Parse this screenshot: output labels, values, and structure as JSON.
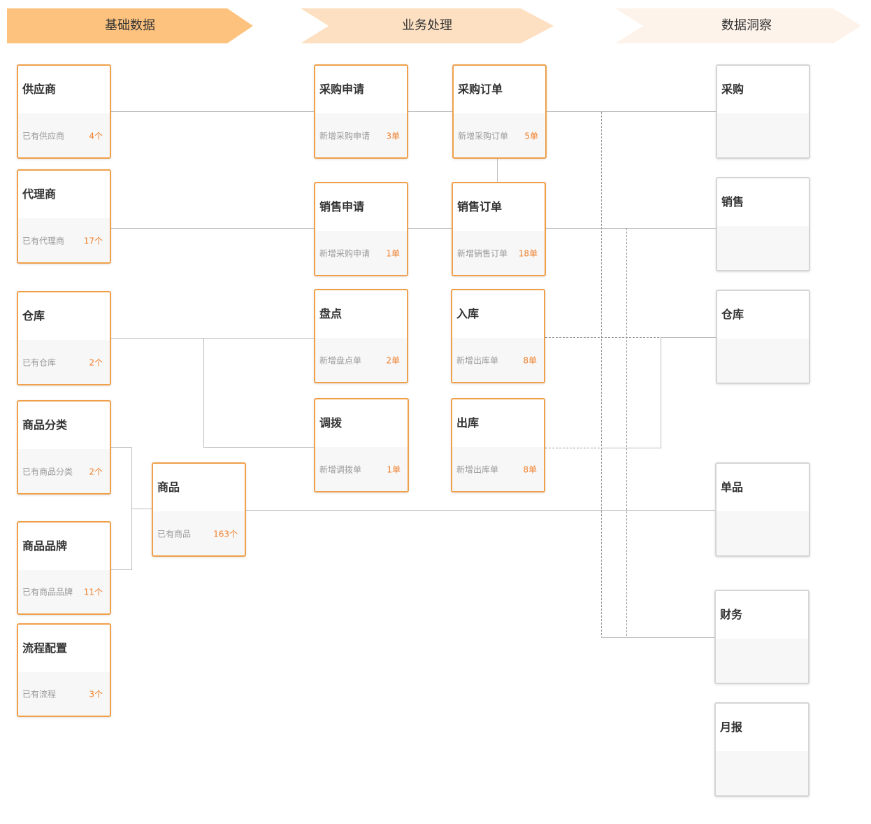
{
  "phases": [
    {
      "id": "basic",
      "label": "基础数据",
      "color": "#fdc27e"
    },
    {
      "id": "business",
      "label": "业务处理",
      "color": "#fde0c2"
    },
    {
      "id": "insight",
      "label": "数据洞察",
      "color": "#fef3ea"
    }
  ],
  "cards": {
    "supplier": {
      "title": "供应商",
      "label": "已有供应商",
      "count": "4个"
    },
    "agent": {
      "title": "代理商",
      "label": "已有代理商",
      "count": "17个"
    },
    "warehouse": {
      "title": "仓库",
      "label": "已有仓库",
      "count": "2个"
    },
    "category": {
      "title": "商品分类",
      "label": "已有商品分类",
      "count": "2个"
    },
    "brand": {
      "title": "商品品牌",
      "label": "已有商品品牌",
      "count": "11个"
    },
    "workflow": {
      "title": "流程配置",
      "label": "已有流程",
      "count": "3个"
    },
    "product": {
      "title": "商品",
      "label": "已有商品",
      "count": "163个"
    },
    "purchase_request": {
      "title": "采购申请",
      "label": "新增采购申请",
      "count": "3单"
    },
    "purchase_order": {
      "title": "采购订单",
      "label": "新增采购订单",
      "count": "5单"
    },
    "sales_request": {
      "title": "销售申请",
      "label": "新增采购申请",
      "count": "1单"
    },
    "sales_order": {
      "title": "销售订单",
      "label": "新增销售订单",
      "count": "18单"
    },
    "stocktake": {
      "title": "盘点",
      "label": "新增盘点单",
      "count": "2单"
    },
    "inbound": {
      "title": "入库",
      "label": "新增出库单",
      "count": "8单"
    },
    "transfer": {
      "title": "调拨",
      "label": "新增调拨单",
      "count": "1单"
    },
    "outbound": {
      "title": "出库",
      "label": "新增出库单",
      "count": "8单"
    },
    "report_purchase": {
      "title": "采购"
    },
    "report_sales": {
      "title": "销售"
    },
    "report_warehouse": {
      "title": "仓库"
    },
    "report_item": {
      "title": "单品"
    },
    "report_finance": {
      "title": "财务"
    },
    "report_monthly": {
      "title": "月报"
    }
  },
  "colors": {
    "accent": "#f0a04b",
    "count": "#f07f2b",
    "line": "#bdbdbd"
  }
}
